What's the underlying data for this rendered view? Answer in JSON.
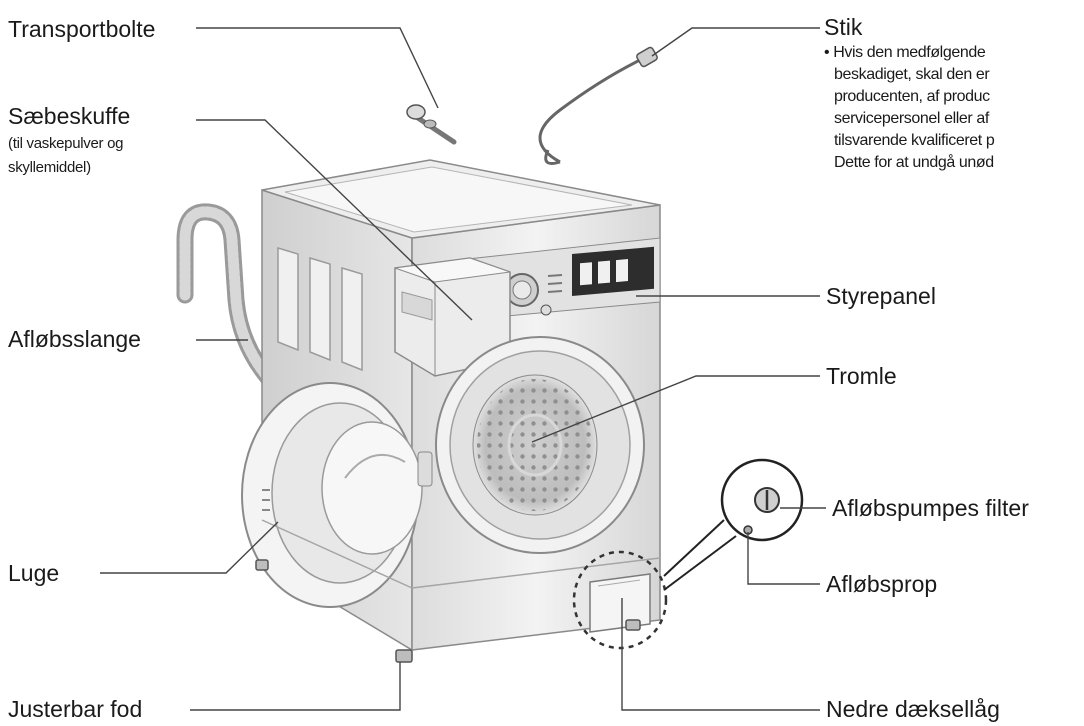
{
  "labels": {
    "transportbolte": "Transportbolte",
    "saebeskuffe": "Sæbeskuffe",
    "saebeskuffe_note_1": "(til vaskepulver og",
    "saebeskuffe_note_2": "skyllemiddel)",
    "aflobsslange": "Afløbsslange",
    "luge": "Luge",
    "justerbar_fod": "Justerbar fod",
    "stik": "Stik",
    "stik_note": [
      "• Hvis den medfølgende",
      "beskadiget, skal den er",
      "producenten, af produc",
      "servicepersonel eller af",
      "tilsvarende kvalificeret p",
      "Dette for at undgå unød"
    ],
    "styrepanel": "Styrepanel",
    "tromle": "Tromle",
    "aflobspumpes_filter": "Afløbspumpes filter",
    "aflobsprop": "Afløbsprop",
    "nedre_daekselag": "Nedre dæksellåg"
  },
  "colors": {
    "line": "#444444",
    "body": "#e9e9e9",
    "body_shade": "#d4d4d4",
    "outline": "#8a8a8a"
  }
}
